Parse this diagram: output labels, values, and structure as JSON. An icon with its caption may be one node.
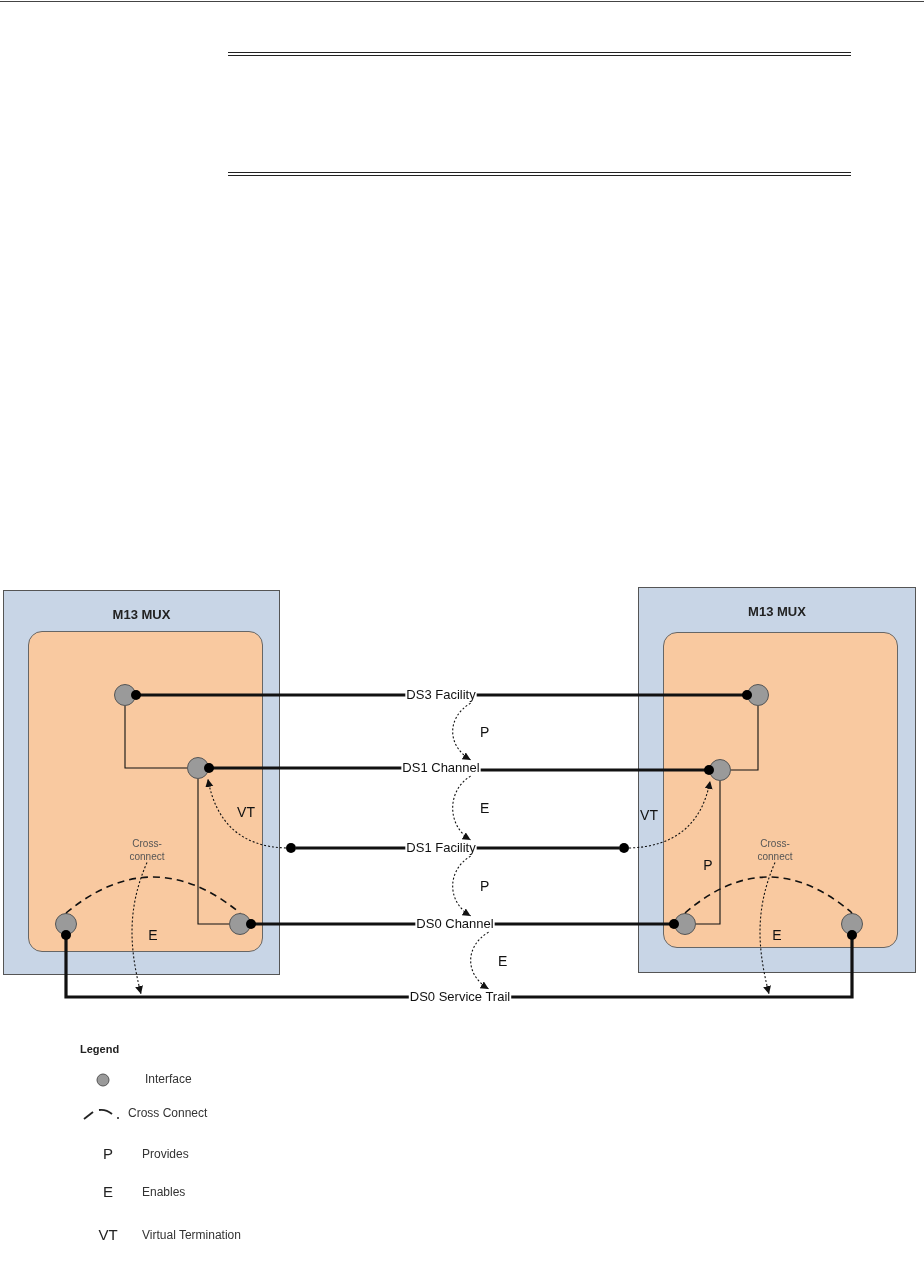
{
  "diagram": {
    "nodes": [
      {
        "text": [
          "M13 MUX"
        ]
      },
      {
        "text": [],
        "shape": "box",
        "in": 0
      },
      {
        "text": [],
        "shape": "circle",
        "in": 1
      },
      {
        "text": [],
        "shape": "circle",
        "in": 1
      },
      {
        "text": [],
        "shape": "circle",
        "in": 1
      },
      {
        "text": [],
        "shape": "circle",
        "in": 1
      },
      {
        "text": [
          "Cross-connect"
        ],
        "in": 1
      },
      {
        "text": [
          "M13 MUX"
        ]
      },
      {
        "text": [],
        "shape": "box",
        "in": 7
      },
      {
        "text": [],
        "shape": "circle",
        "in": 8
      },
      {
        "text": [],
        "shape": "circle",
        "in": 8
      },
      {
        "text": [],
        "shape": "circle",
        "in": 8
      },
      {
        "text": [],
        "shape": "circle",
        "in": 8
      },
      {
        "text": [
          "Cross-connect"
        ],
        "in": 8
      },
      {
        "text": [
          "DS3 Facility"
        ]
      },
      {
        "text": [
          "DS1 Channel"
        ]
      },
      {
        "text": [],
        "shape": "circle"
      },
      {
        "text": [
          "DS1 Facility"
        ]
      },
      {
        "text": [],
        "shape": "circle"
      },
      {
        "text": [
          "DS0 Channel"
        ]
      },
      {
        "text": [
          "DS0 Service Trail"
        ]
      }
    ],
    "edges": [
      {
        "from": 14,
        "to": 2,
        "arrow": "other",
        "style": "thick"
      },
      {
        "from": 14,
        "to": 9,
        "arrow": "other",
        "style": "thick"
      },
      {
        "from": 15,
        "to": 3,
        "arrow": "other",
        "style": "thick"
      },
      {
        "from": 15,
        "to": 10,
        "arrow": "other",
        "style": "thick"
      },
      {
        "from": 16,
        "to": 17,
        "arrow": "none",
        "style": "thick"
      },
      {
        "from": 17,
        "to": 18,
        "arrow": "none",
        "style": "thick"
      },
      {
        "from": 19,
        "to": 5,
        "arrow": "other",
        "style": "thick"
      },
      {
        "from": 19,
        "to": 11,
        "arrow": "other",
        "style": "thick"
      },
      {
        "from": 20,
        "to": 4,
        "arrow": "other",
        "style": "thick"
      },
      {
        "from": 20,
        "to": 12,
        "arrow": "other",
        "style": "thick"
      },
      {
        "from": 2,
        "to": 3,
        "arrow": "none"
      },
      {
        "from": 3,
        "to": 5,
        "arrow": "none"
      },
      {
        "from": 9,
        "to": 10,
        "arrow": "none"
      },
      {
        "from": 10,
        "to": 11,
        "arrow": "none",
        "label": "P"
      },
      {
        "from": 4,
        "to": 5,
        "arrow": "none",
        "style": "dashed"
      },
      {
        "from": 11,
        "to": 12,
        "arrow": "none",
        "style": "dashed"
      },
      {
        "from": 14,
        "to": 15,
        "arrow": "to",
        "style": "dashed",
        "label": "P"
      },
      {
        "from": 15,
        "to": 17,
        "arrow": "to",
        "style": "dashed",
        "label": "E"
      },
      {
        "from": 17,
        "to": 19,
        "arrow": "to",
        "style": "dashed",
        "label": "P"
      },
      {
        "from": 19,
        "to": 20,
        "arrow": "to",
        "style": "dashed",
        "label": "E"
      },
      {
        "from": 6,
        "to": null,
        "arrow": "to",
        "style": "dashed",
        "label": "E"
      },
      {
        "from": 13,
        "to": null,
        "arrow": "to",
        "style": "dashed",
        "label": "E"
      },
      {
        "from": 16,
        "to": 3,
        "arrow": "to",
        "style": "dashed",
        "label": "VT"
      },
      {
        "from": 18,
        "to": 10,
        "arrow": "to",
        "style": "dashed",
        "label": "VT"
      }
    ],
    "labels": [
      "Legend",
      "P",
      "E",
      "VT"
    ],
    "legend": [
      {
        "text": "Interface"
      },
      {
        "text": "Cross Connect"
      },
      {
        "text": "Provides"
      },
      {
        "text": "Enables"
      },
      {
        "text": "Virtual Termination"
      }
    ]
  }
}
